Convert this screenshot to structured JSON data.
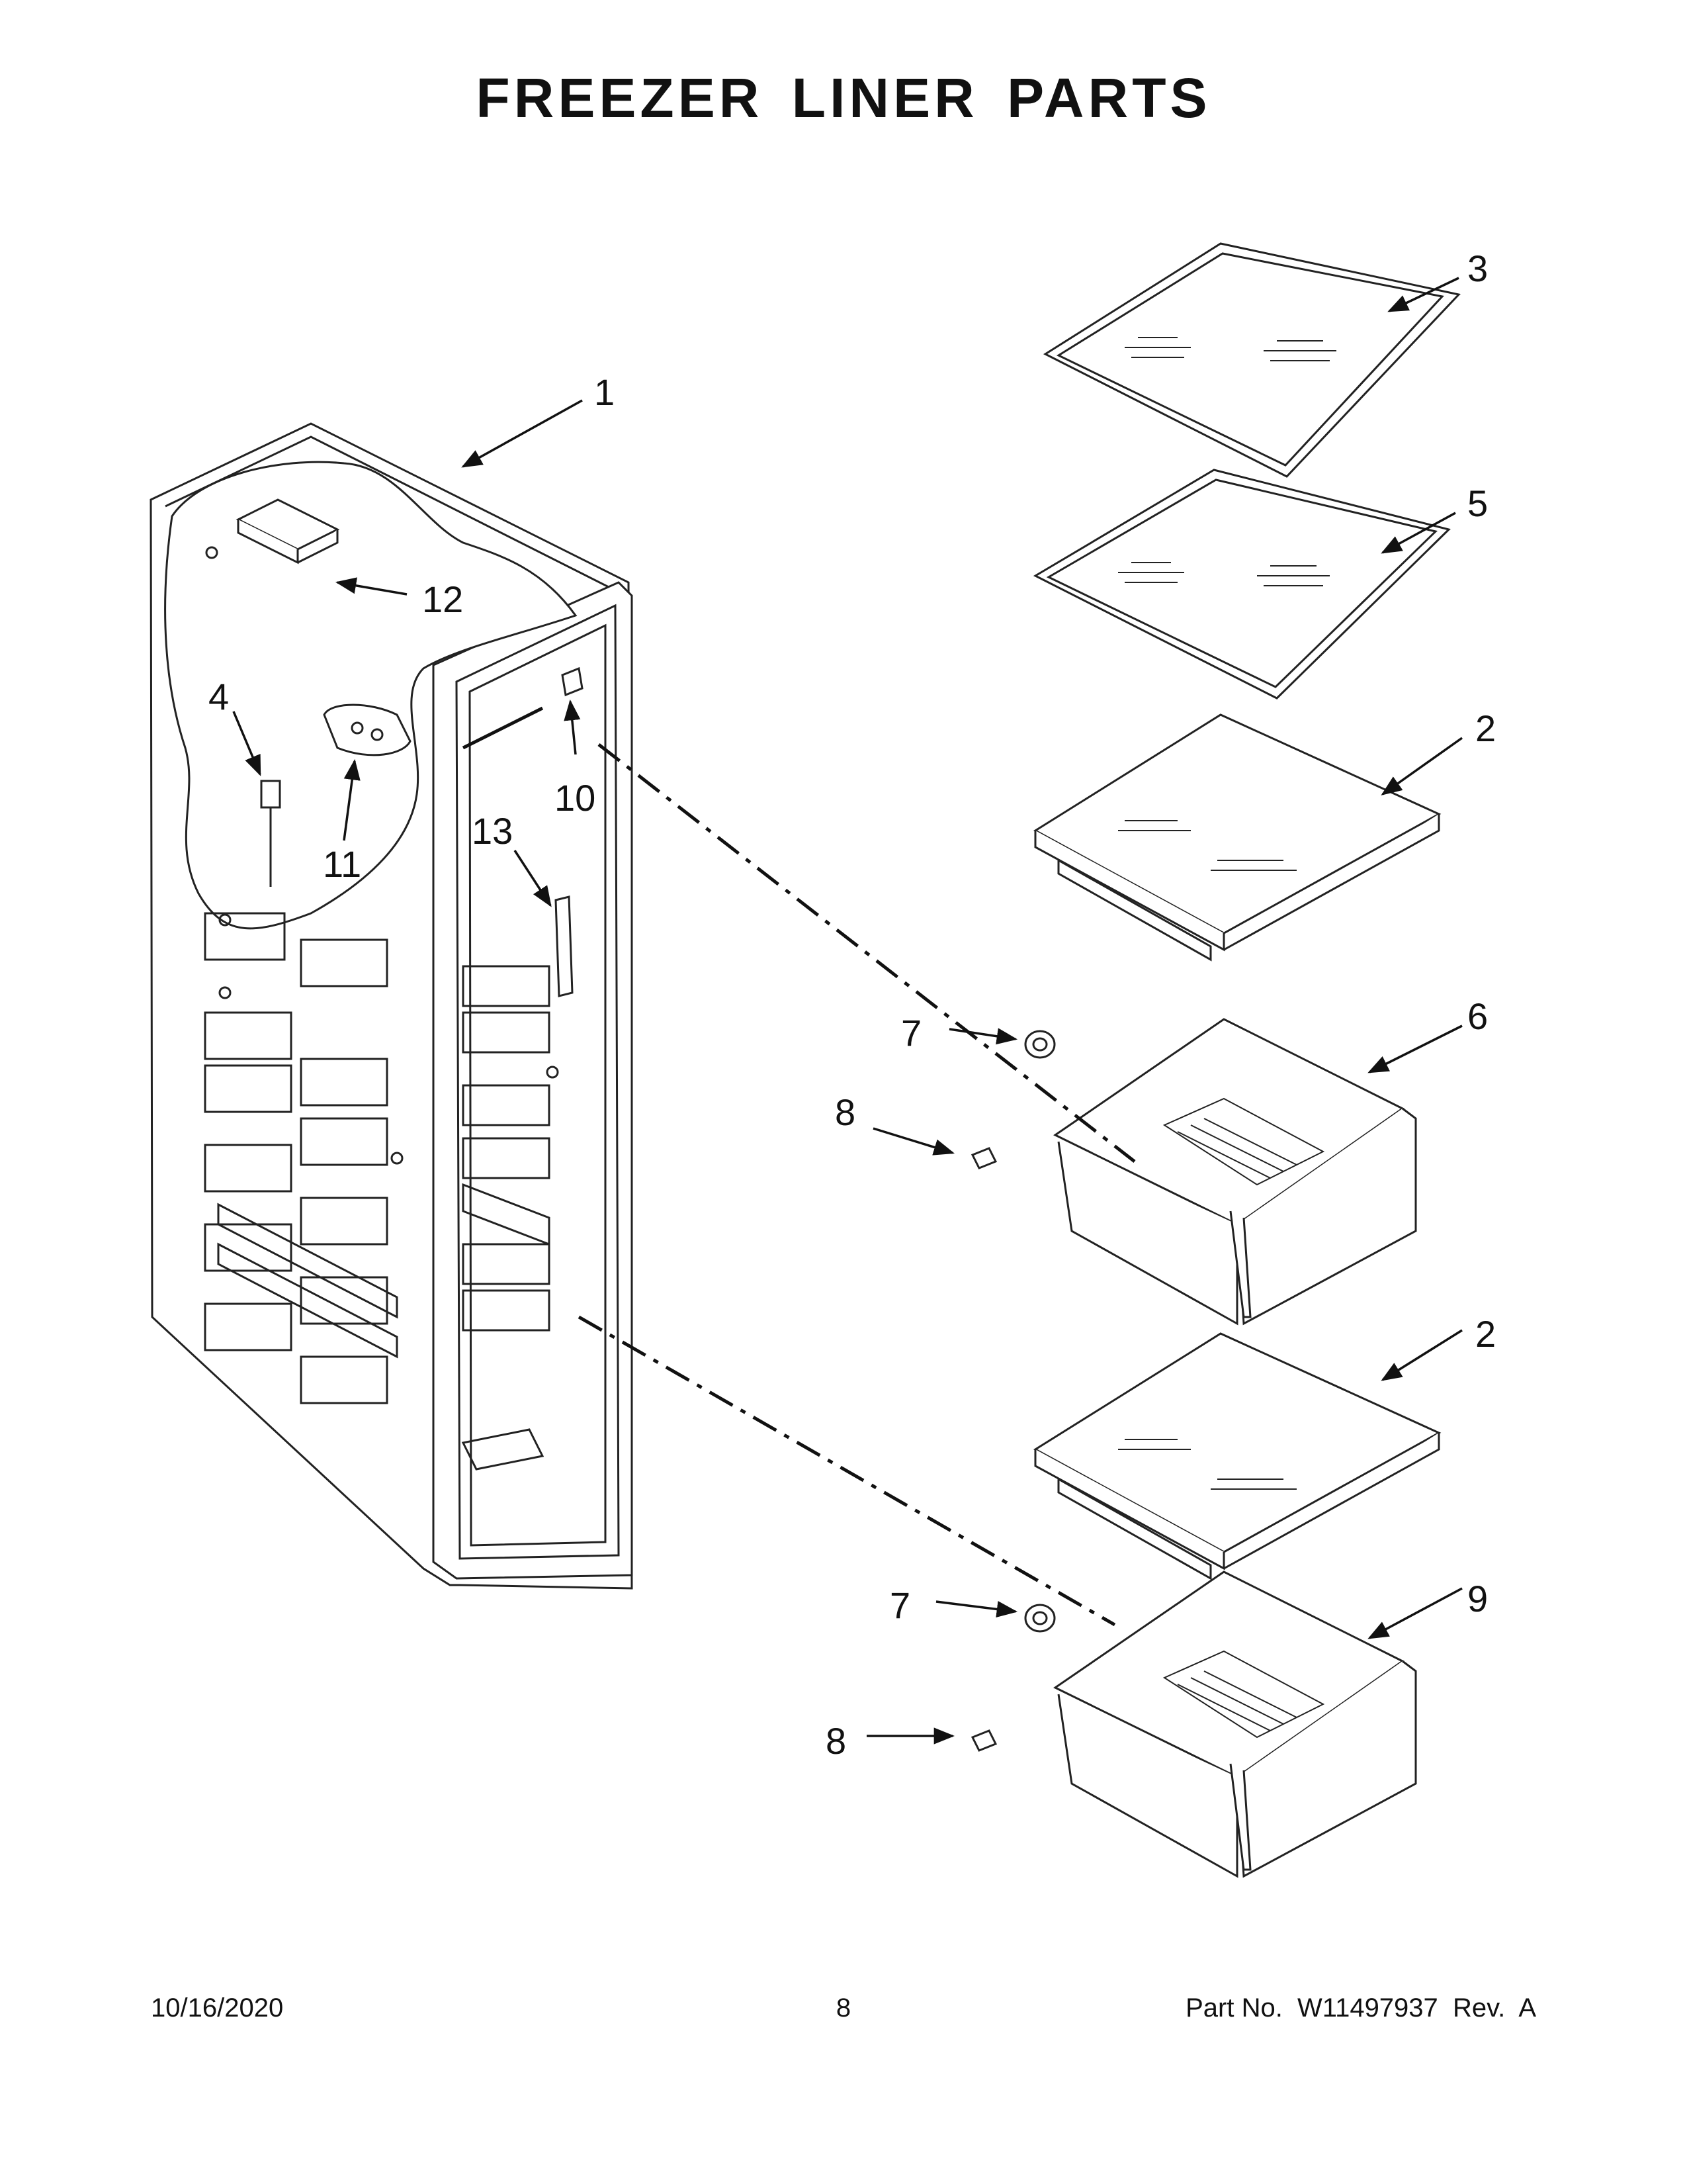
{
  "page": {
    "title": "FREEZER LINER PARTS",
    "footer": {
      "date": "10/16/2020",
      "page_number": "8",
      "part_number": "Part No.  W11497937  Rev.  A"
    }
  },
  "callouts": {
    "c1": "1",
    "c2a": "2",
    "c2b": "2",
    "c3": "3",
    "c4": "4",
    "c5": "5",
    "c6": "6",
    "c7a": "7",
    "c7b": "7",
    "c8a": "8",
    "c8b": "8",
    "c9": "9",
    "c10": "10",
    "c11": "11",
    "c12": "12",
    "c13": "13"
  }
}
